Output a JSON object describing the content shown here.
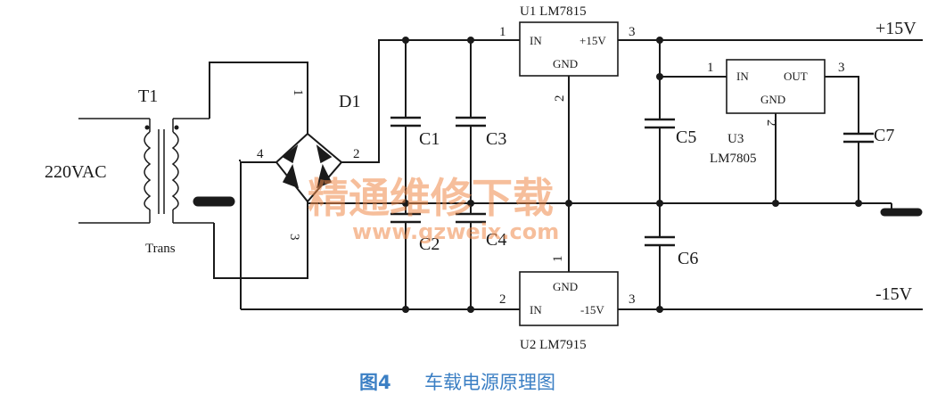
{
  "components": {
    "t1": "T1",
    "trans": "Trans",
    "input_voltage": "220VAC",
    "d1": "D1",
    "bridge_pin_4": "4",
    "bridge_pin_2": "2",
    "bridge_pin_1": "1",
    "bridge_pin_3": "3",
    "c1": "C1",
    "c2": "C2",
    "c3": "C3",
    "c4": "C4",
    "c5": "C5",
    "c6": "C6",
    "c7": "C7"
  },
  "u1": {
    "label": "U1 LM7815",
    "pin_in": "IN",
    "pin_out": "+15V",
    "pin_gnd": "GND",
    "pin1": "1",
    "pin2": "2",
    "pin3": "3"
  },
  "u2": {
    "label": "U2 LM7915",
    "pin_in": "IN",
    "pin_out": "-15V",
    "pin_gnd": "GND",
    "pin1": "1",
    "pin2": "2",
    "pin3": "3"
  },
  "u3": {
    "label_top": "U3",
    "label_bottom": "LM7805",
    "pin_in": "IN",
    "pin_out": "OUT",
    "pin_gnd": "GND",
    "pin1": "1",
    "pin2": "2",
    "pin3": "3"
  },
  "rails": {
    "positive": "+15V",
    "negative": "-15V"
  },
  "watermark": {
    "chinese": "精通维修下载",
    "url": "www.gzweix.com"
  },
  "caption": {
    "figure": "图4",
    "title": "车载电源原理图"
  }
}
